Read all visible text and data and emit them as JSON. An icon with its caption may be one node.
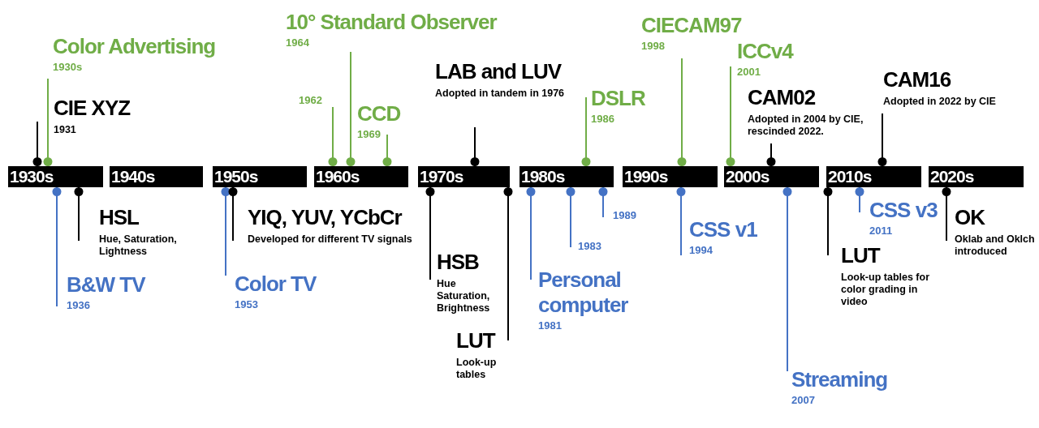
{
  "diagram": {
    "nodes": [
      {
        "text": [
          "1930s"
        ]
      },
      {
        "text": [
          "1940s"
        ]
      },
      {
        "text": [
          "1950s"
        ]
      },
      {
        "text": [
          "1960s"
        ]
      },
      {
        "text": [
          "1970s"
        ]
      },
      {
        "text": [
          "1980s"
        ]
      },
      {
        "text": [
          "1990s"
        ]
      },
      {
        "text": [
          "2000s"
        ]
      },
      {
        "text": [
          "2010s"
        ]
      },
      {
        "text": [
          "2020s"
        ]
      },
      {
        "text": [
          "CIE XYZ",
          "1931"
        ]
      },
      {
        "text": [
          "Color Advertising",
          "1930s"
        ]
      },
      {
        "text": [
          "10° Standard Observer",
          "1964"
        ]
      },
      {
        "text": [
          "1962"
        ]
      },
      {
        "text": [
          "CCD",
          "1969"
        ]
      },
      {
        "text": [
          "LAB and LUV",
          "Adopted in tandem in 1976"
        ]
      },
      {
        "text": [
          "DSLR",
          "1986"
        ]
      },
      {
        "text": [
          "CIECAM97",
          "1998"
        ]
      },
      {
        "text": [
          "ICCv4",
          "2001"
        ]
      },
      {
        "text": [
          "CAM02",
          "Adopted in 2004 by CIE, rescinded 2022."
        ]
      },
      {
        "text": [
          "CAM16",
          "Adopted in 2022 by CIE"
        ]
      },
      {
        "text": [
          "B&W TV",
          "1936"
        ]
      },
      {
        "text": [
          "HSL",
          "Hue, Saturation, Lightness"
        ]
      },
      {
        "text": [
          "Color TV",
          "1953"
        ]
      },
      {
        "text": [
          "YIQ, YUV, YCbCr",
          "Developed for different TV signals"
        ]
      },
      {
        "text": [
          "HSB",
          "Hue Saturation, Brightness"
        ]
      },
      {
        "text": [
          "LUT",
          "Look-up tables"
        ]
      },
      {
        "text": [
          "Personal computer",
          "1981"
        ]
      },
      {
        "text": [
          "1983"
        ]
      },
      {
        "text": [
          "1989"
        ]
      },
      {
        "text": [
          "CSS v1",
          "1994"
        ]
      },
      {
        "text": [
          "Streaming",
          "2007"
        ]
      },
      {
        "text": [
          "LUT",
          "Look-up tables for color grading in video"
        ]
      },
      {
        "text": [
          "CSS v3",
          "2011"
        ]
      },
      {
        "text": [
          "OK",
          "Oklab and Oklch introduced"
        ]
      }
    ],
    "edges": [
      {
        "from": 10,
        "to": 0,
        "arrow": "other"
      },
      {
        "from": 11,
        "to": 0,
        "arrow": "other",
        "color": "#70ad47"
      },
      {
        "from": 12,
        "to": 3,
        "arrow": "other",
        "color": "#70ad47"
      },
      {
        "from": 13,
        "to": 3,
        "arrow": "other",
        "color": "#70ad47"
      },
      {
        "from": 14,
        "to": 3,
        "arrow": "other",
        "color": "#70ad47"
      },
      {
        "from": 15,
        "to": 4,
        "arrow": "other"
      },
      {
        "from": 16,
        "to": 5,
        "arrow": "other",
        "color": "#70ad47"
      },
      {
        "from": 17,
        "to": 6,
        "arrow": "other",
        "color": "#70ad47"
      },
      {
        "from": 18,
        "to": 7,
        "arrow": "other",
        "color": "#70ad47"
      },
      {
        "from": 19,
        "to": 7,
        "arrow": "other"
      },
      {
        "from": 20,
        "to": 8,
        "arrow": "other"
      },
      {
        "from": 21,
        "to": 0,
        "arrow": "other",
        "color": "#4472c4"
      },
      {
        "from": 22,
        "to": 0,
        "arrow": "other"
      },
      {
        "from": 23,
        "to": 2,
        "arrow": "other",
        "color": "#4472c4"
      },
      {
        "from": 24,
        "to": 2,
        "arrow": "other"
      },
      {
        "from": 25,
        "to": 4,
        "arrow": "other"
      },
      {
        "from": 26,
        "to": 4,
        "arrow": "other"
      },
      {
        "from": 27,
        "to": 5,
        "arrow": "other",
        "color": "#4472c4"
      },
      {
        "from": 28,
        "to": 5,
        "arrow": "other",
        "color": "#4472c4"
      },
      {
        "from": 29,
        "to": 5,
        "arrow": "other",
        "color": "#4472c4"
      },
      {
        "from": 30,
        "to": 6,
        "arrow": "other",
        "color": "#4472c4"
      },
      {
        "from": 31,
        "to": 7,
        "arrow": "other",
        "color": "#4472c4"
      },
      {
        "from": 32,
        "to": 8,
        "arrow": "other"
      },
      {
        "from": 33,
        "to": 8,
        "arrow": "other",
        "color": "#4472c4"
      },
      {
        "from": 34,
        "to": 9,
        "arrow": "other"
      }
    ]
  }
}
